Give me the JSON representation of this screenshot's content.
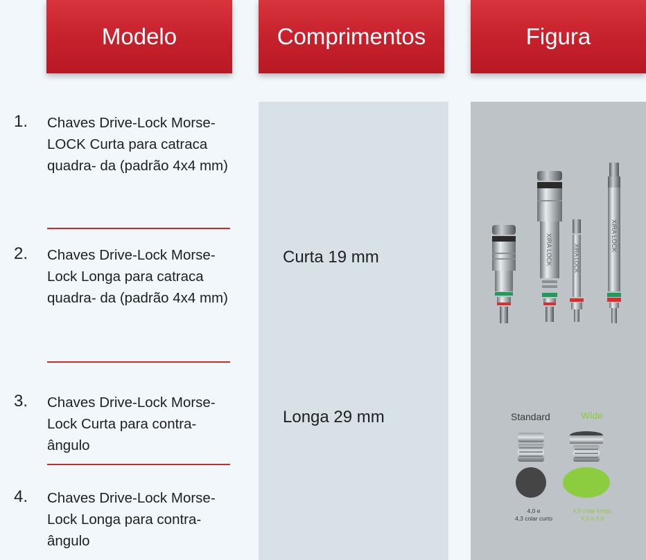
{
  "header": {
    "col_model": "Modelo",
    "col_lengths": "Comprimentos",
    "col_figure": "Figura"
  },
  "items": [
    {
      "number": "1.",
      "text": "Chaves Drive-Lock Morse- LOCK Curta para catraca quadra- da (padrão 4x4 mm)"
    },
    {
      "number": "2.",
      "text": "Chaves Drive-Lock Morse- Lock Longa para catraca quadra- da (padrão 4x4 mm)"
    },
    {
      "number": "3.",
      "text": "Chaves Drive-Lock Morse-Lock Curta para contra-ângulo"
    },
    {
      "number": "4.",
      "text": "Chaves Drive-Lock Morse-Lock Longa para contra-ângulo"
    }
  ],
  "lengths": [
    "Curta 19 mm",
    "Longa 29 mm"
  ],
  "figure": {
    "label_standard": "Standard",
    "label_wide": "Wide",
    "caption_standard_1": "4,0 e",
    "caption_standard_2": "4,3 colar curto",
    "caption_wide_1": "4,3 colar longo,",
    "caption_wide_2": "5,0 e 6,0",
    "shaft_text": "XIRA LOCK",
    "colors": {
      "header_red": "#c5202b",
      "divider_red": "#d0272f",
      "standard_dark": "#454545",
      "wide_green": "#8ccc3f",
      "ring_green": "#1f9a5a",
      "ring_red": "#d8302e"
    }
  }
}
